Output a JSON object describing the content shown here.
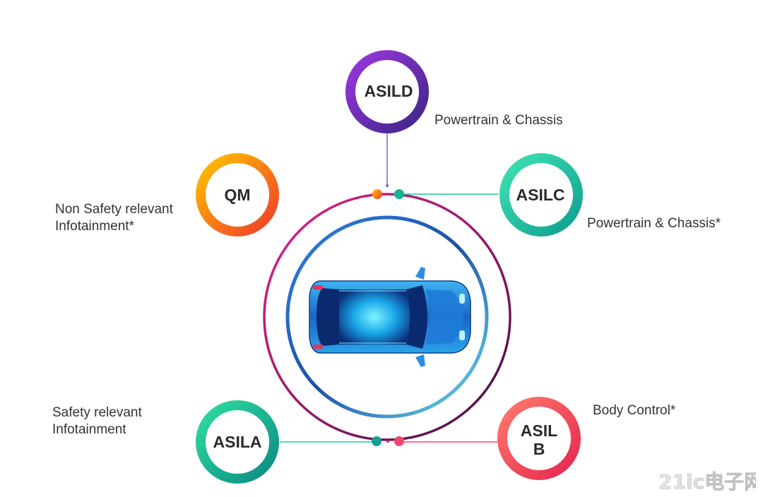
{
  "badges": {
    "asild": {
      "label": "ASILD",
      "description": "Powertrain & Chassis"
    },
    "qm": {
      "label": "QM",
      "description_lines": [
        "Non Safety relevant",
        "Infotainment*"
      ]
    },
    "asilc": {
      "label": "ASILC",
      "description": "Powertrain & Chassis*"
    },
    "asila": {
      "label": "ASILA",
      "description_lines": [
        "Safety relevant",
        "Infotainment"
      ]
    },
    "asilb": {
      "label_lines": [
        "ASIL",
        "B"
      ],
      "description": "Body Control*"
    }
  },
  "watermark": {
    "text": "21ic电子网"
  },
  "colors": {
    "asild": [
      "#8b2fd1",
      "#4b2a8f"
    ],
    "qm": [
      "#f7a400",
      "#f04e23"
    ],
    "asilc": [
      "#2ed8a8",
      "#12a597"
    ],
    "asila": [
      "#26d6a0",
      "#0e8f86"
    ],
    "asilb": [
      "#ff5a6a",
      "#e6334e"
    ],
    "outer_ring": [
      "#d01c7e",
      "#4a1450"
    ],
    "inner_ring": [
      "#1a6ed8",
      "#5ad8ea"
    ],
    "car_body": "#1565c0"
  }
}
